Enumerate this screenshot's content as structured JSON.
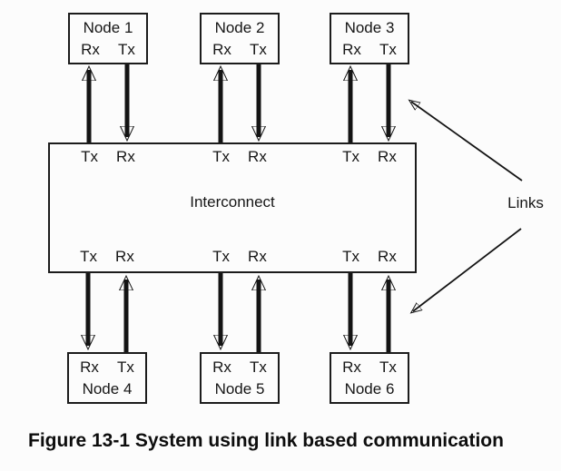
{
  "caption": "Figure 13-1 System using link based communication",
  "links": {
    "label": "Links"
  },
  "interconnect": {
    "label": "Interconnect",
    "top_ports": [
      {
        "tx": "Tx",
        "rx": "Rx"
      },
      {
        "tx": "Tx",
        "rx": "Rx"
      },
      {
        "tx": "Tx",
        "rx": "Rx"
      }
    ],
    "bottom_ports": [
      {
        "tx": "Tx",
        "rx": "Rx"
      },
      {
        "tx": "Tx",
        "rx": "Rx"
      },
      {
        "tx": "Tx",
        "rx": "Rx"
      }
    ]
  },
  "nodes": {
    "top": [
      {
        "title": "Node 1",
        "rx": "Rx",
        "tx": "Tx"
      },
      {
        "title": "Node 2",
        "rx": "Rx",
        "tx": "Tx"
      },
      {
        "title": "Node 3",
        "rx": "Rx",
        "tx": "Tx"
      }
    ],
    "bottom": [
      {
        "title": "Node 4",
        "rx": "Rx",
        "tx": "Tx"
      },
      {
        "title": "Node 5",
        "rx": "Rx",
        "tx": "Tx"
      },
      {
        "title": "Node 6",
        "rx": "Rx",
        "tx": "Tx"
      }
    ]
  }
}
